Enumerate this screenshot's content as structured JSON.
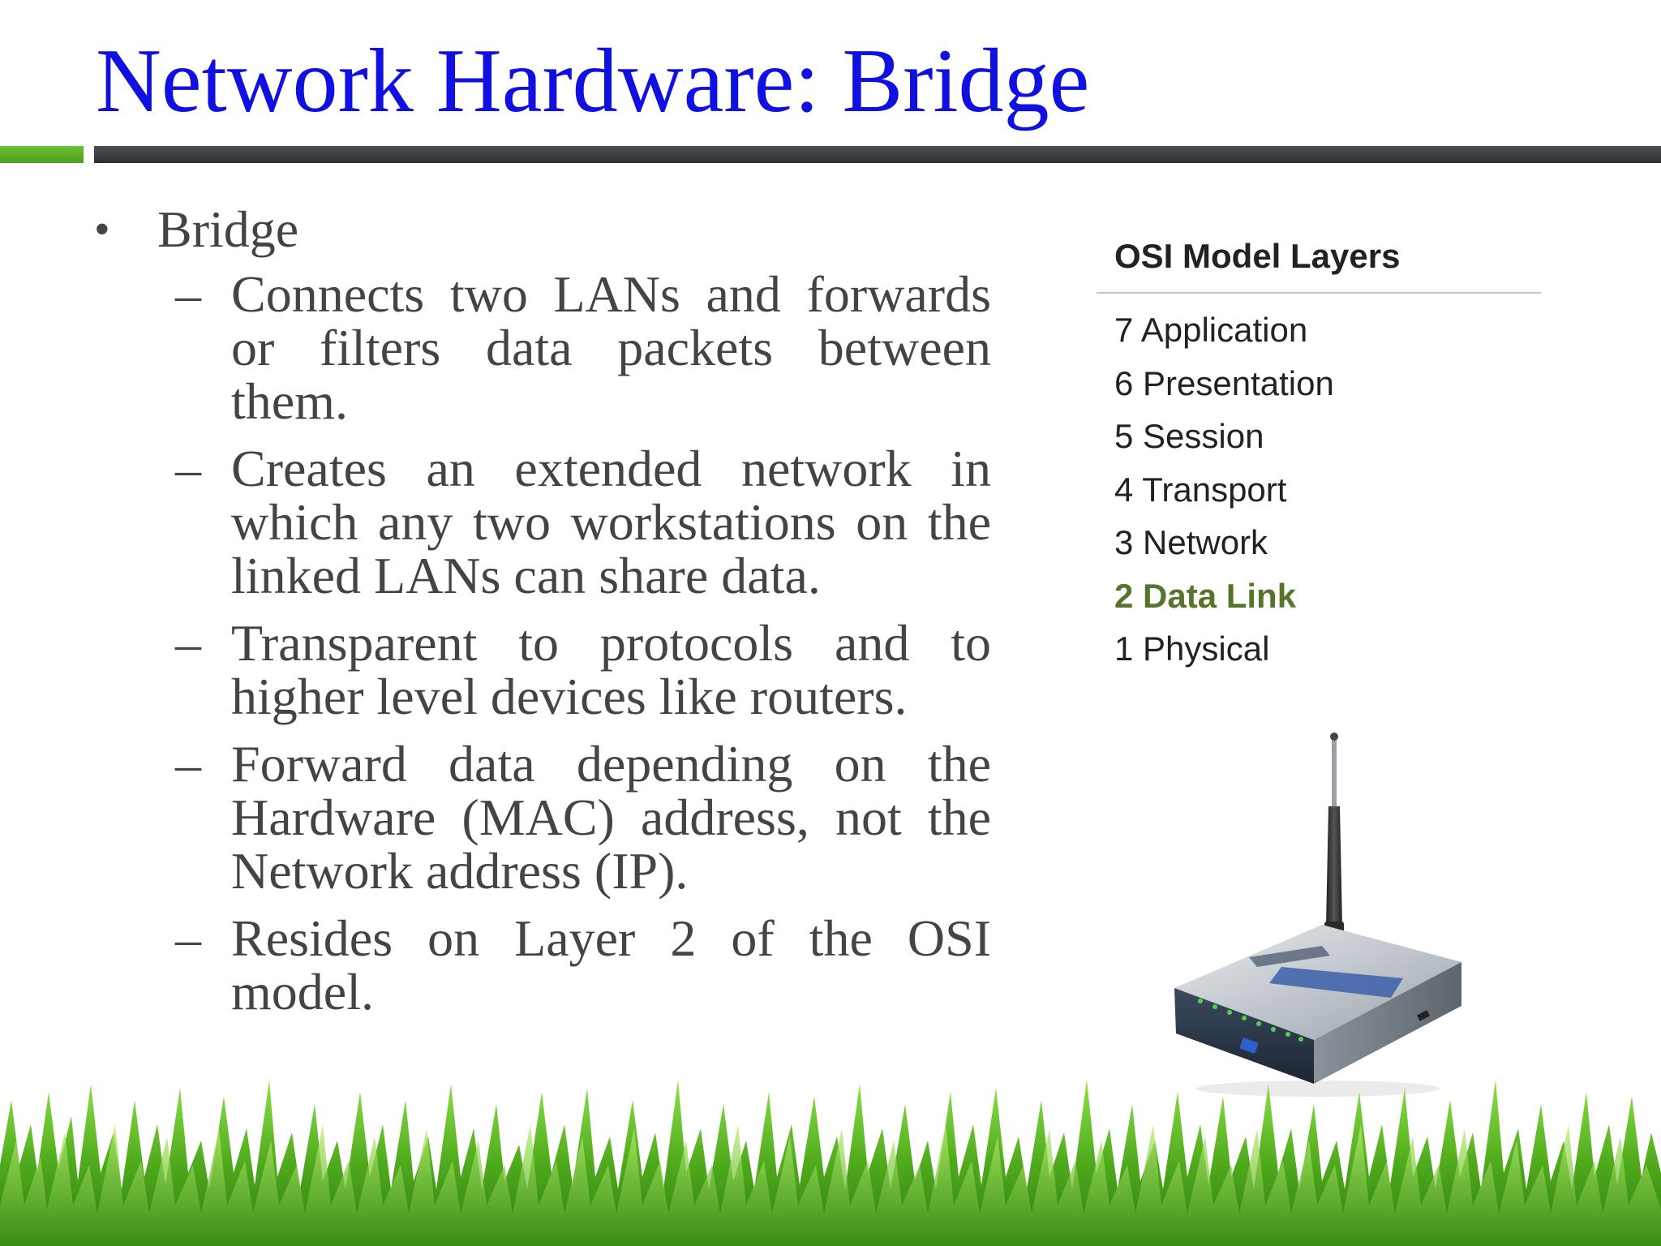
{
  "slide": {
    "title": "Network Hardware: Bridge",
    "bullet_marker": "•",
    "sub_marker": "–",
    "bullet": {
      "text": "Bridge",
      "items": [
        "Connects two LANs and forwards or filters data packets between them.",
        "Creates an extended network in which any two workstations on the linked LANs can share data.",
        "Transparent to protocols and to higher level devices like routers.",
        "Forward data depending on the Hardware (MAC) address, not the Network address (IP).",
        "Resides on Layer 2 of the OSI model."
      ]
    },
    "osi": {
      "heading": "OSI Model Layers",
      "layers": [
        "7 Application",
        "6 Presentation",
        "5 Session",
        "4 Transport",
        "3 Network",
        "2 Data Link",
        "1 Physical"
      ],
      "highlight_color": "#55752a"
    },
    "colors": {
      "title": "#1010e0",
      "body_text": "#444444",
      "accent_green": "#5fb027",
      "rule_dark": "#2f3337"
    },
    "icons": {
      "device_image": "wireless-router-image",
      "decor": "grass-border"
    }
  }
}
